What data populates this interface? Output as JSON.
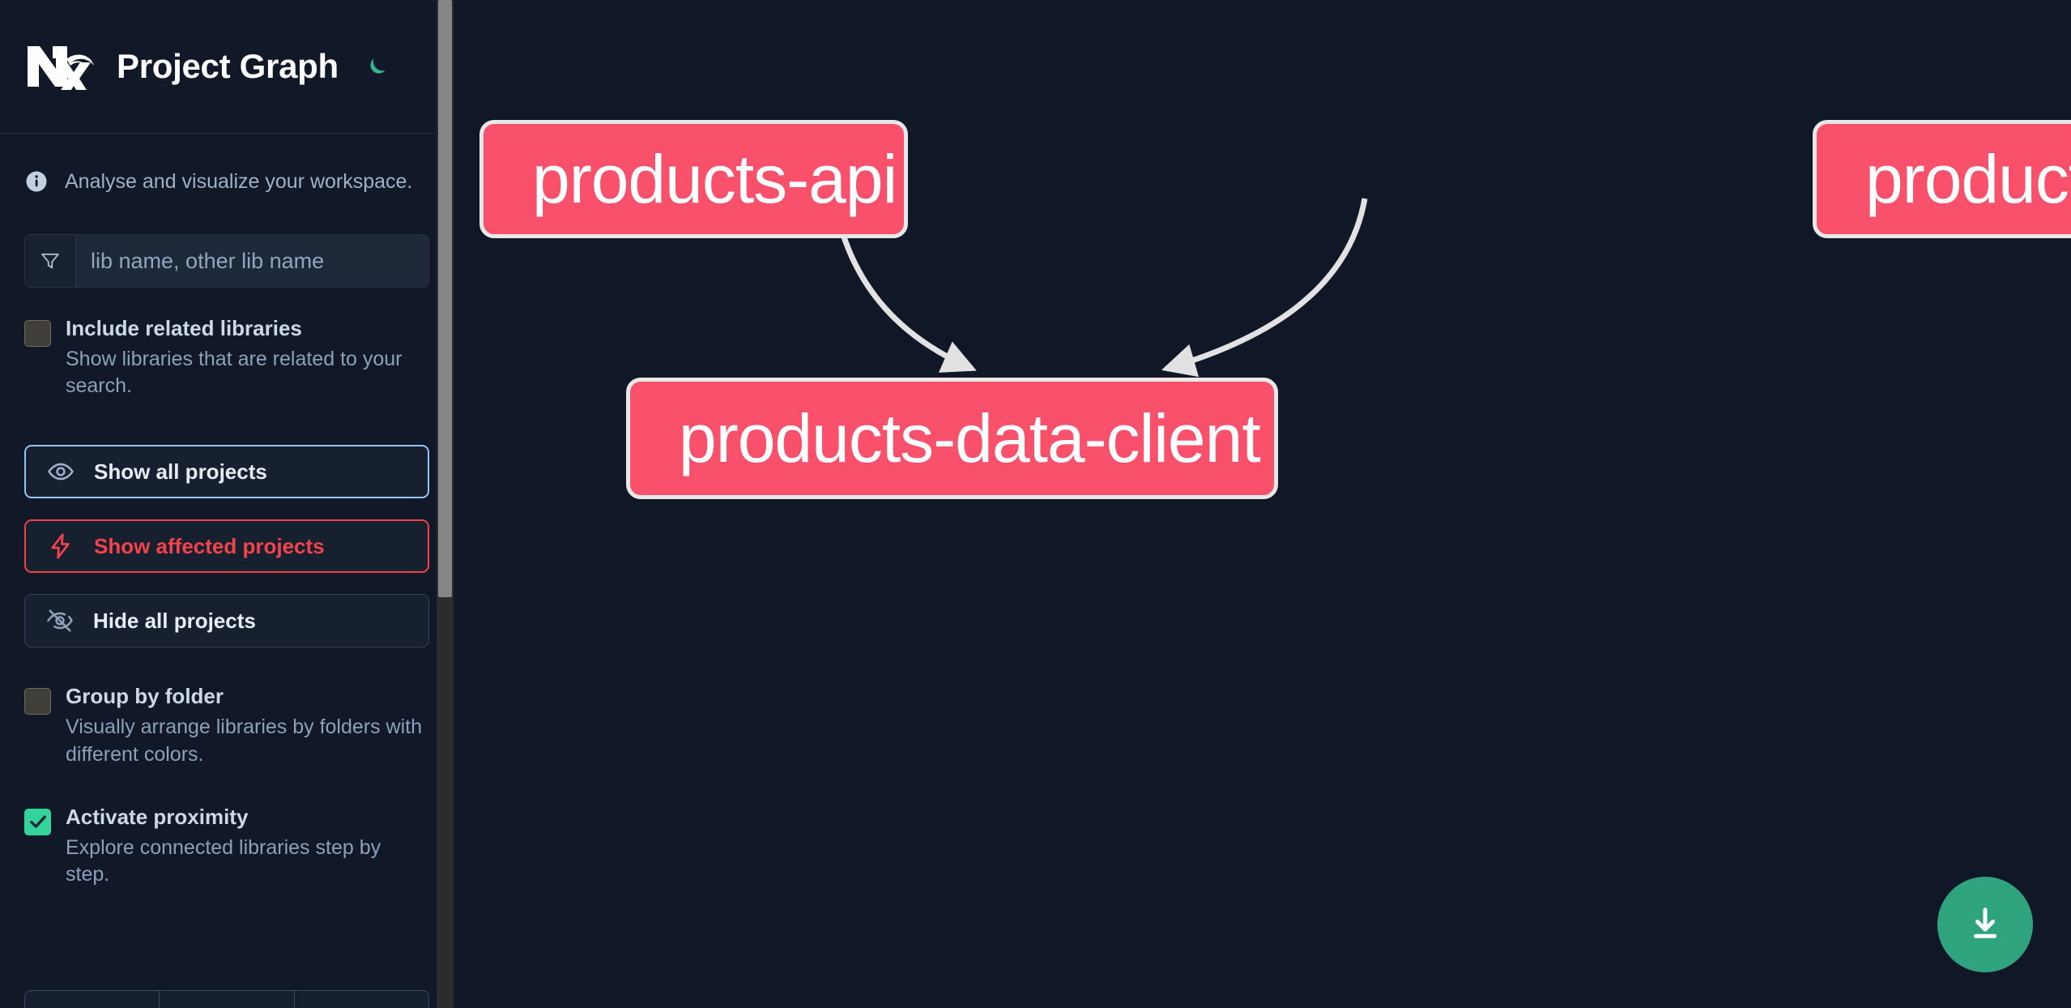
{
  "header": {
    "title": "Project Graph",
    "logo_icon": "nx-logo",
    "theme_toggle_icon": "moon-icon"
  },
  "sidebar": {
    "tagline": "Analyse and visualize your workspace.",
    "tagline_icon": "info-icon",
    "search": {
      "placeholder": "lib name, other lib name",
      "value": "",
      "icon": "filter-funnel-icon"
    },
    "checkboxes": [
      {
        "label": "Include related libraries",
        "description": "Show libraries that are related to your search.",
        "checked": false
      },
      {
        "label": "Group by folder",
        "description": "Visually arrange libraries by folders with different colors.",
        "checked": false
      },
      {
        "label": "Activate proximity",
        "description": "Explore connected libraries step by step.",
        "checked": true
      }
    ],
    "buttons": [
      {
        "label": "Show all projects",
        "icon": "eye-icon",
        "accent": "#93c5fd"
      },
      {
        "label": "Show affected projects",
        "icon": "lightning-icon",
        "accent": "#ef4444"
      },
      {
        "label": "Hide all projects",
        "icon": "eye-off-icon",
        "accent": "#33415a"
      }
    ]
  },
  "graph": {
    "nodes": [
      {
        "id": "products-api",
        "label": "products-api"
      },
      {
        "id": "products-cli",
        "label": "products-cli"
      },
      {
        "id": "products-data-client",
        "label": "products-data-client"
      }
    ],
    "edges": [
      {
        "from": "products-api",
        "to": "products-data-client"
      },
      {
        "from": "products-cli",
        "to": "products-data-client"
      }
    ],
    "node_fill": "#f9506c",
    "node_border": "#e8e8e8",
    "edge_color": "#e2e2e2",
    "background": "#101827"
  },
  "download_button": {
    "icon": "download-icon",
    "color": "#2fa37e"
  }
}
